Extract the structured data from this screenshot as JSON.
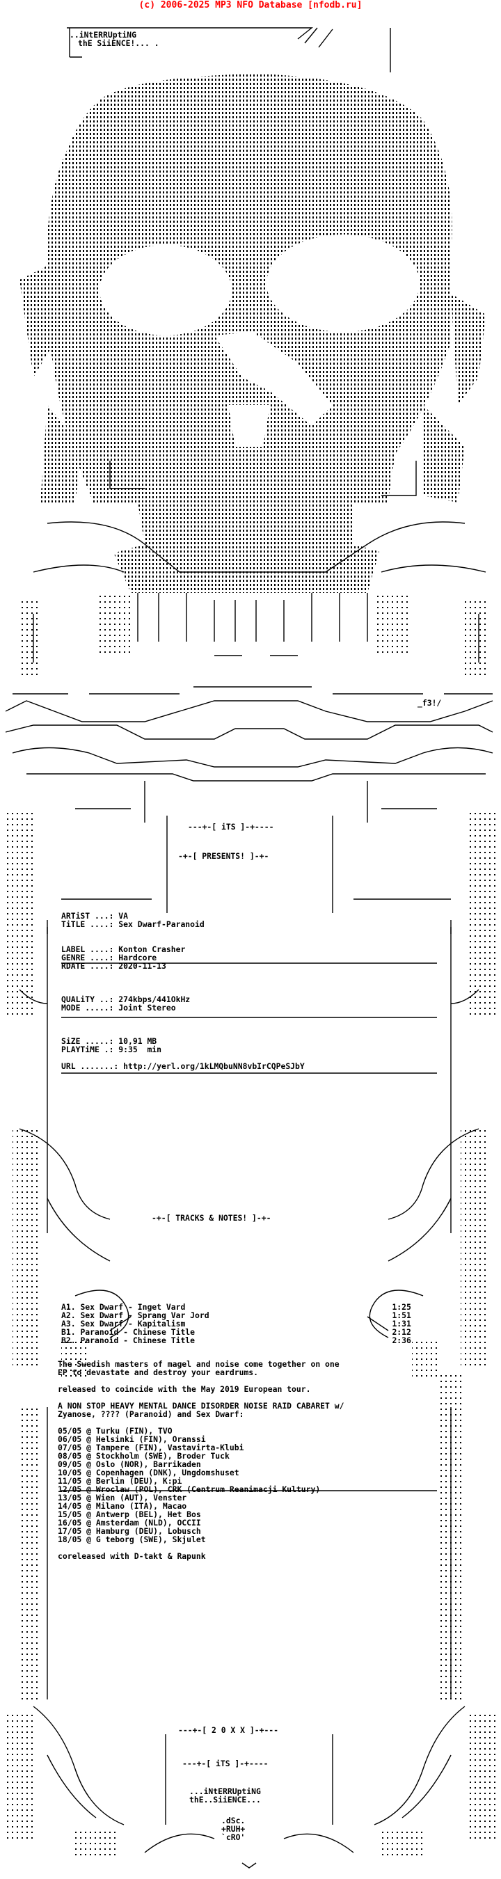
{
  "header": {
    "credit": "(c) 2006-2025 MP3 NFO Database [nfodb.ru]"
  },
  "intro": {
    "line1": "..iNtERRUptiNG",
    "line2": "thE SiiENCE!... ."
  },
  "banner": {
    "presents": "-+-[ PRESENTS! ]-+-",
    "its": "---+-[ iTS ]-+----",
    "tag": "_f3!/"
  },
  "release": {
    "artist_key": "ARTiST ...:",
    "artist": "VA",
    "title_key": "TiTLE ....:",
    "title": "Sex Dwarf-Paranoid",
    "label_key": "LABEL ....:",
    "label": "Konton Crasher",
    "genre_key": "GENRE ....:",
    "genre": "Hardcore",
    "rdate_key": "RDATE ....:",
    "rdate": "2020-11-13",
    "quality_key": "QUALiTY ..:",
    "quality": "274kbps/441OkHz",
    "mode_key": "MODE .....:",
    "mode": "Joint Stereo",
    "size_key": "SiZE .....:",
    "size": "10,91 MB",
    "playtime_key": "PLAYTiME .:",
    "playtime": "9:35  min",
    "url_key": "URL .......:",
    "url": "http://yerl.org/1kLMQbuNN8vbIrCQPeSJbY"
  },
  "tracks_heading": "-+-[ TRACKS & NOTES! ]-+-",
  "tracks": [
    {
      "no": "A1.",
      "name": "Sex Dwarf - Inget Vard",
      "time": "1:25"
    },
    {
      "no": "A2.",
      "name": "Sex Dwarf - Sprang Var Jord",
      "time": "1:51"
    },
    {
      "no": "A3.",
      "name": "Sex Dwarf - Kapitalism",
      "time": "1:31"
    },
    {
      "no": "B1.",
      "name": "Paranoid - Chinese Title",
      "time": "2:12"
    },
    {
      "no": "B2.",
      "name": "Paranoid - Chinese Title",
      "time": "2:36"
    }
  ],
  "notes": {
    "p1a": "The Swedish masters of magel and noise come together on one",
    "p1b": "EP to devastate and destroy your eardrums.",
    "p2": "released to coincide with the May 2019 European tour.",
    "p3a": "A NON STOP HEAVY MENTAL DANCE DISORDER NOISE RAID CABARET w/",
    "p3b": "Zyanose, ???? (Paranoid) and Sex Dwarf:",
    "tour": [
      "05/05 @ Turku (FIN), TVO",
      "06/05 @ Helsinki (FIN), Oranssi",
      "07/05 @ Tampere (FIN), Vastavirta-Klubi",
      "08/05 @ Stockholm (SWE), Broder Tuck",
      "09/05 @ Oslo (NOR), Barrikaden",
      "10/05 @ Copenhagen (DNK), Ungdomshuset",
      "11/05 @ Berlin (DEU), K:pi",
      "12/05 @ Wroclaw (POL), CRK (Centrum Reanimacji Kultury)",
      "13/05 @ Wien (AUT), Venster",
      "14/05 @ Milano (ITA), Macao",
      "15/05 @ Antwerp (BEL), Het Bos",
      "16/05 @ Amsterdam (NLD), OCCII",
      "17/05 @ Hamburg (DEU), Lobusch",
      "18/05 @ G teborg (SWE), Skjulet"
    ],
    "corelease": "coreleased with D-takt & Rapunk"
  },
  "footer": {
    "year": "---+-[ 2 0 X X ]-+---",
    "its": "---+-[ iTS ]-+----",
    "line1": "...iNtERRUptiNG",
    "line2": "thE..SiiENCE...",
    "sig1": ".dSc.",
    "sig2": "+RUH+",
    "sig3": "`cRO'"
  }
}
